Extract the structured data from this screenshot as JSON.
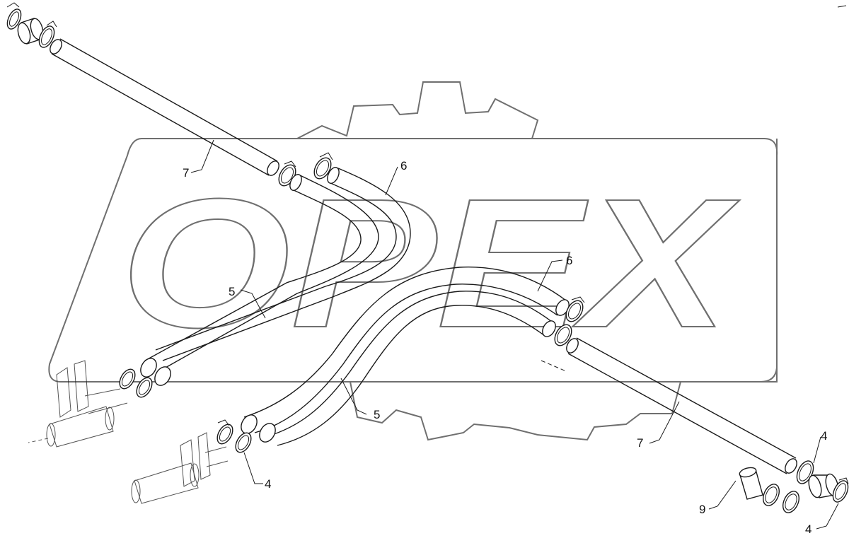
{
  "watermark": {
    "brand_text": "OPEX",
    "color": "#6f6f6f"
  },
  "callouts": {
    "label_7a": "7",
    "label_6a": "6",
    "label_5a": "5",
    "label_6b": "6",
    "label_5b": "5",
    "label_7b": "7",
    "label_4a": "4",
    "label_4b": "4",
    "label_4c": "4",
    "label_9": "9"
  },
  "colors": {
    "line": "#1a1a1a",
    "watermark": "#6f6f6f",
    "background": "#ffffff"
  }
}
